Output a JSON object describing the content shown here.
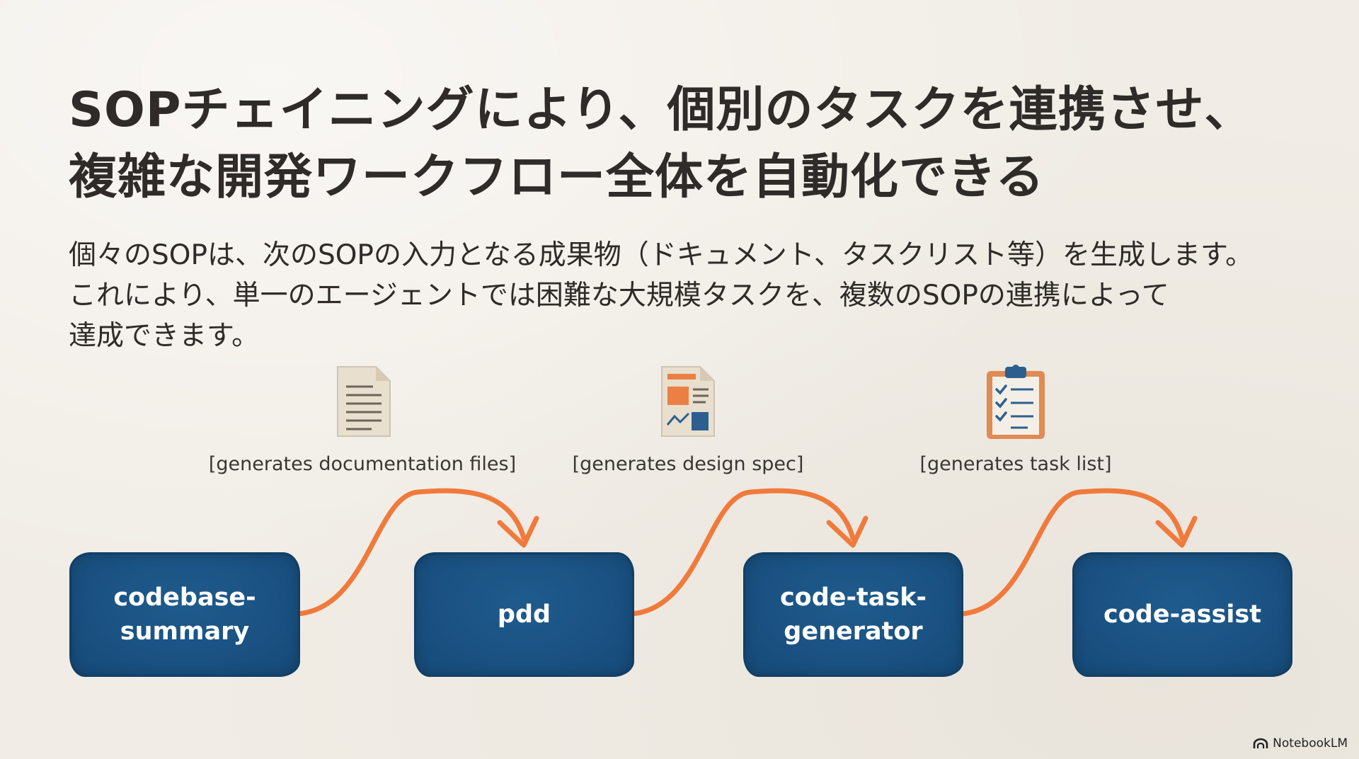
{
  "title": {
    "line1": "SOPチェイニングにより、個別のタスクを連携させ、",
    "line2": "複雑な開発ワークフロー全体を自動化できる"
  },
  "description": {
    "line1": "個々のSOPは、次のSOPの入力となる成果物（ドキュメント、タスクリスト等）を生成します。",
    "line2": "これにより、単一のエージェントでは困難な大規模タスクを、複数のSOPの連携によって",
    "line3": "達成できます。"
  },
  "flow": {
    "nodes": [
      {
        "label": "codebase-\nsummary"
      },
      {
        "label": "pdd"
      },
      {
        "label": "code-task-\ngenerator"
      },
      {
        "label": "code-assist"
      }
    ],
    "artifacts": [
      {
        "caption": "[generates documentation files]",
        "icon": "document-icon"
      },
      {
        "caption": "[generates design spec]",
        "icon": "design-spec-icon"
      },
      {
        "caption": "[generates task list]",
        "icon": "clipboard-checklist-icon"
      }
    ],
    "colors": {
      "node_fill": "#1a5283",
      "arrow": "#f07a3c",
      "background": "#f1ede6"
    }
  },
  "brand": {
    "name": "NotebookLM"
  }
}
